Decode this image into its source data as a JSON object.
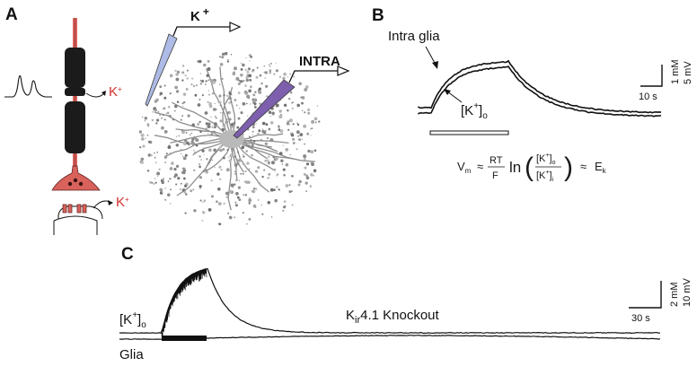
{
  "panels": {
    "a": {
      "letter": "A",
      "k_ion": "K",
      "k_ion_sup": "+",
      "k_ion_red_1": "K",
      "k_ion_red_1_sup": "+",
      "k_ion_red_2": "K",
      "k_ion_red_2_sup": "+",
      "intra_label": "INTRA"
    },
    "b": {
      "letter": "B",
      "intra_glia_label": "Intra glia",
      "ko_label_main": "[K",
      "ko_label_sup": "+",
      "ko_label_end": "]",
      "ko_label_sub": "o",
      "scale_time": "10 s",
      "scale_y1": "1 mM",
      "scale_y2": "5 mV",
      "equation": {
        "lhs": "V",
        "lhs_sub": "m",
        "approx": "≈",
        "numerator": "RT",
        "denominator": "F",
        "ln": "ln",
        "frac_num": "[K",
        "frac_num_sup": "+",
        "frac_num_end": "]",
        "frac_num_sub": "o",
        "frac_den": "[K",
        "frac_den_sup": "+",
        "frac_den_end": "]",
        "frac_den_sub": "i",
        "approx2": "≈",
        "rhs": "E",
        "rhs_sub": "k"
      }
    },
    "c": {
      "letter": "C",
      "title_main": "K",
      "title_sub": "ir",
      "title_rest": "4.1 Knockout",
      "ko_label": "[K",
      "ko_sup": "+",
      "ko_end": "]",
      "ko_sub": "o",
      "glia_label": "Glia",
      "scale_time": "30 s",
      "scale_y1": "2 mM",
      "scale_y2": "10 mV"
    }
  },
  "colors": {
    "neuron_red": "#d9625c",
    "neuron_dark": "#1b1b1b",
    "electrode_blue": "#aebbe6",
    "electrode_purple": "#7d5fae",
    "astrocyte_gray": "#9a9a9a",
    "k_red": "#d0302c"
  }
}
